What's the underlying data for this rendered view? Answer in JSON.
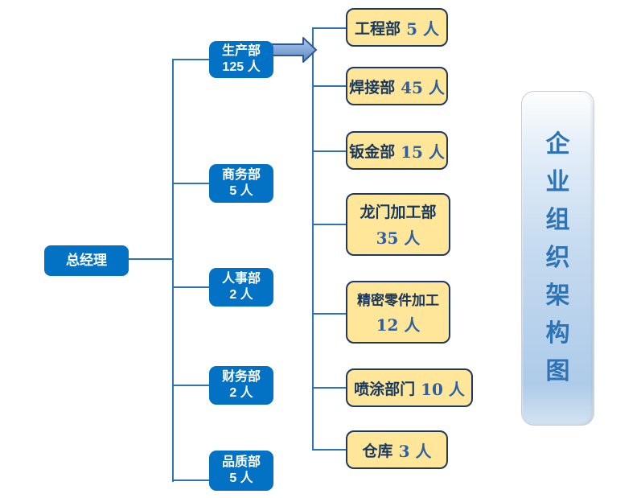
{
  "title_panel": {
    "text": "企业组织架构图",
    "chars": [
      "企",
      "业",
      "组",
      "织",
      "架",
      "构",
      "图"
    ]
  },
  "root": {
    "label": "总经理"
  },
  "level2": [
    {
      "name": "生产部",
      "count": "125 人"
    },
    {
      "name": "商务部",
      "count": "5 人"
    },
    {
      "name": "人事部",
      "count": "2 人"
    },
    {
      "name": "财务部",
      "count": "2 人"
    },
    {
      "name": "品质部",
      "count": "5 人"
    }
  ],
  "level3": [
    {
      "name": "工程部",
      "count": "5 人"
    },
    {
      "name": "焊接部",
      "count": "45 人"
    },
    {
      "name": "钣金部",
      "count": "15 人"
    },
    {
      "name": "龙门加工部",
      "count": "35 人"
    },
    {
      "name": "精密零件加工",
      "count": "12 人"
    },
    {
      "name": "喷涂部门",
      "count": "10 人"
    },
    {
      "name": "仓库",
      "count": "3 人"
    }
  ],
  "colors": {
    "node_blue": "#0472C4",
    "node_yellow_fill": "#FFE699",
    "node_yellow_border": "#1F3864",
    "connector": "#2E75B6",
    "leaf_text": "#17375E",
    "leaf_number": "#2E5FA3",
    "title_text": "#2E74B5",
    "arrow_fill_light": "#AECBEA",
    "arrow_fill_dark": "#5B87C5",
    "arrow_border": "#2F5597"
  }
}
